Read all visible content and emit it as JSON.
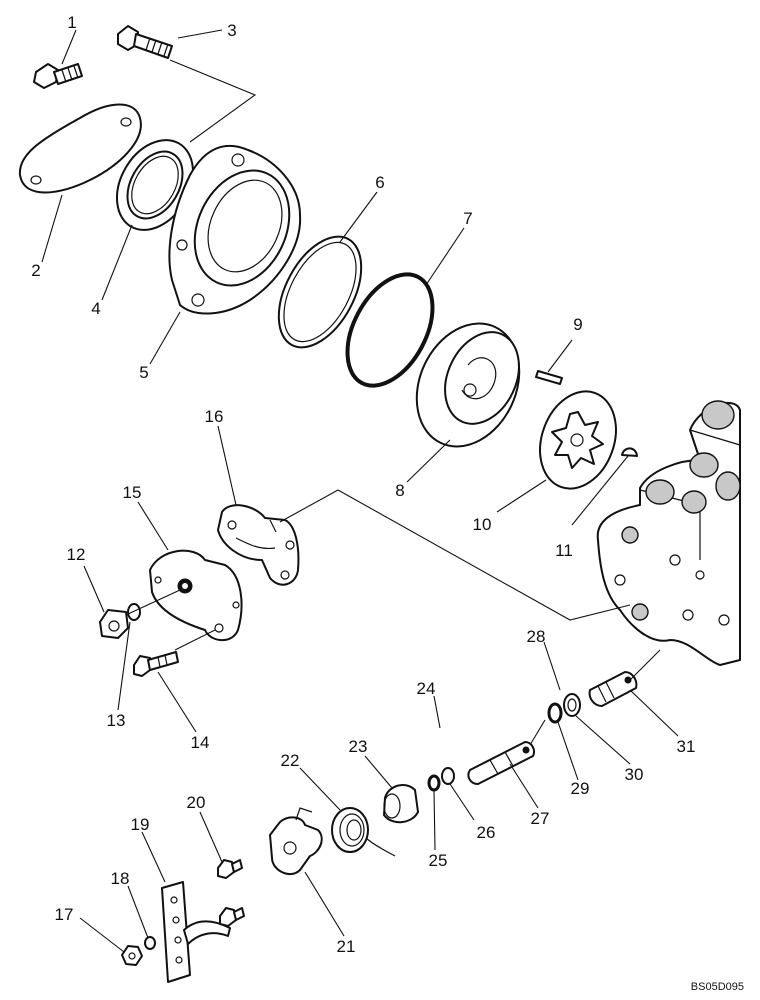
{
  "diagram": {
    "callouts": [
      "1",
      "2",
      "3",
      "4",
      "5",
      "6",
      "7",
      "8",
      "9",
      "10",
      "11",
      "12",
      "13",
      "14",
      "15",
      "16",
      "17",
      "18",
      "19",
      "20",
      "21",
      "22",
      "23",
      "24",
      "25",
      "26",
      "27",
      "28",
      "29",
      "30",
      "31"
    ],
    "drawing_code": "BS05D095"
  }
}
